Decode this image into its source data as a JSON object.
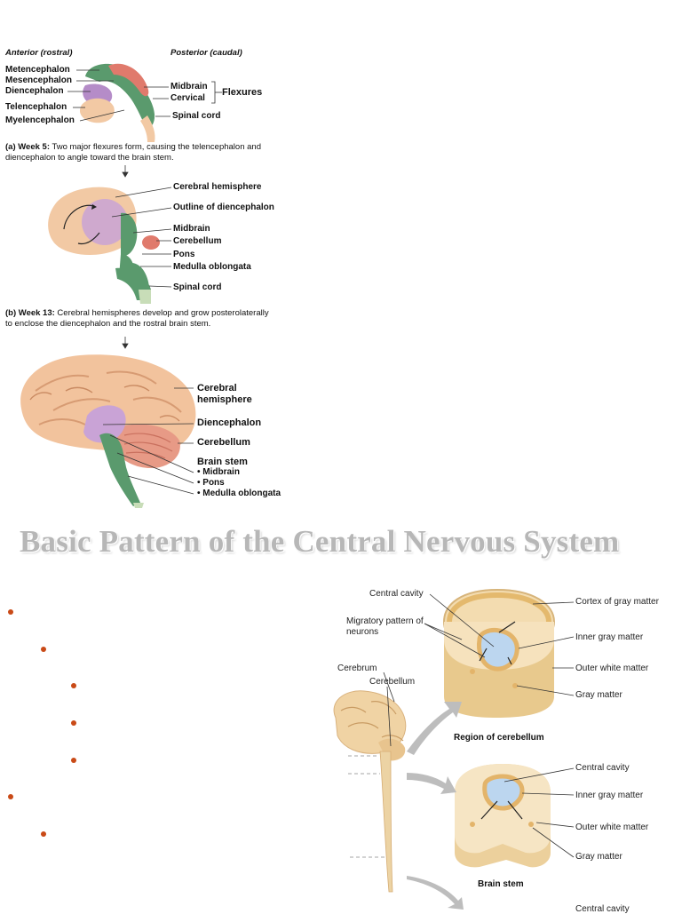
{
  "top_figure": {
    "header_anterior": "Anterior (rostral)",
    "header_posterior": "Posterior (caudal)",
    "week5": {
      "left_labels": [
        "Metencephalon",
        "Mesencephalon",
        "Diencephalon",
        "Telencephalon",
        "Myelencephalon"
      ],
      "right_labels": [
        "Midbrain",
        "Cervical",
        "Spinal cord"
      ],
      "flexures_label": "Flexures",
      "caption_bold": "(a) Week 5:",
      "caption_text": " Two major flexures form, causing the telencephalon and diencephalon to angle toward the brain stem."
    },
    "week13": {
      "labels": [
        "Cerebral hemisphere",
        "Outline of diencephalon",
        "Midbrain",
        "Cerebellum",
        "Pons",
        "Medulla oblongata",
        "Spinal cord"
      ],
      "caption_bold": "(b) Week 13:",
      "caption_text": " Cerebral hemispheres develop and grow posterolaterally to enclose the diencephalon and the rostral brain stem."
    },
    "adult": {
      "cerebral_hemisphere": "Cerebral hemisphere",
      "diencephalon": "Diencephalon",
      "cerebellum": "Cerebellum",
      "brain_stem": "Brain stem",
      "brain_stem_items": [
        "• Midbrain",
        "• Pons",
        "• Medulla oblongata"
      ]
    }
  },
  "slide_title": "Basic Pattern of the Central Nervous System",
  "cns_figure": {
    "cerebellum_labels": {
      "central_cavity": "Central cavity",
      "migratory": "Migratory pattern of neurons",
      "cortex": "Cortex of gray matter",
      "inner_gray": "Inner gray matter",
      "outer_white": "Outer white matter",
      "gray_matter": "Gray matter",
      "region": "Region of cerebellum"
    },
    "brain_labels": {
      "cerebrum": "Cerebrum",
      "cerebellum": "Cerebellum"
    },
    "brainstem_labels": {
      "central_cavity": "Central cavity",
      "inner_gray": "Inner gray matter",
      "outer_white": "Outer white matter",
      "gray_matter": "Gray matter",
      "region": "Brain stem"
    },
    "cut_off_label": "Central cavity"
  },
  "colors": {
    "bullet": "#c94a17",
    "title": "#b7b7b7",
    "tissue": "#f3d9a6",
    "cavity": "#bcd6ef"
  }
}
